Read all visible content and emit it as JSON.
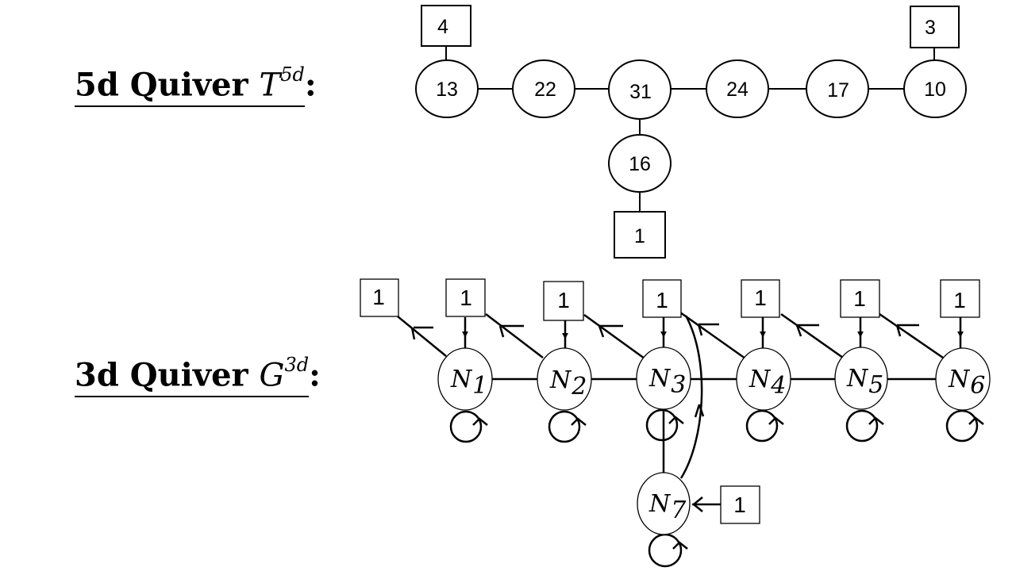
{
  "headings": {
    "quiver_5d": {
      "label": "5d Quiver ",
      "symbol": "T",
      "sup": "5d",
      "colon": ":"
    },
    "quiver_3d": {
      "label": "3d Quiver ",
      "symbol": "G",
      "sup": "3d",
      "colon": ":"
    }
  },
  "quiver_5d": {
    "gauge_nodes": [
      "13",
      "22",
      "31",
      "24",
      "17",
      "10",
      "16"
    ],
    "flavor_nodes": [
      "4",
      "3",
      "1"
    ]
  },
  "quiver_3d": {
    "gauge_nodes": [
      {
        "letter": "N",
        "sub": "1"
      },
      {
        "letter": "N",
        "sub": "2"
      },
      {
        "letter": "N",
        "sub": "3"
      },
      {
        "letter": "N",
        "sub": "4"
      },
      {
        "letter": "N",
        "sub": "5"
      },
      {
        "letter": "N",
        "sub": "6"
      },
      {
        "letter": "N",
        "sub": "7"
      }
    ],
    "flavor_nodes": [
      "1",
      "1",
      "1",
      "1",
      "1",
      "1",
      "1",
      "1"
    ]
  },
  "colors": {
    "stroke": "#000000",
    "background": "#ffffff"
  }
}
